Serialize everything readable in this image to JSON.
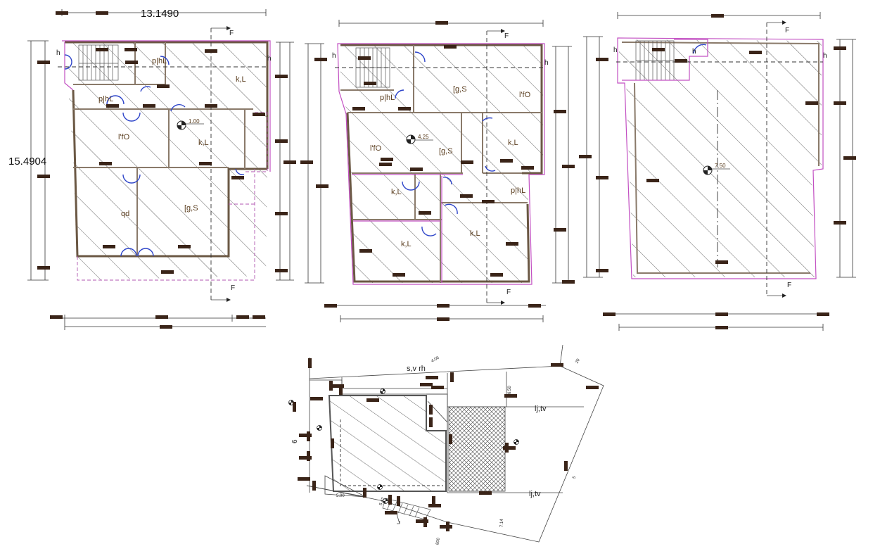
{
  "plans": {
    "ground": {
      "width_dim": "13.1490",
      "height_dim": "15.4904",
      "rooms": [
        "p|hL",
        "p|hL",
        "k,L",
        "l'fO",
        "k,L",
        "qd",
        "[g,S"
      ],
      "level": "1.00",
      "section_mark": "F",
      "stair_mark": "h"
    },
    "first": {
      "rooms": [
        "p|hL",
        "[g,S",
        "l'fO",
        "l'fO",
        "[g,S",
        "k,L",
        "k,L",
        "p|hL",
        "k,L",
        "k,L"
      ],
      "level": "4.25",
      "section_mark": "F",
      "stair_mark": "h"
    },
    "roof": {
      "level": "7.50",
      "section_mark": "F",
      "stair_mark": "h"
    }
  },
  "site": {
    "road_label": "s,v  rh",
    "road_small": "4.06",
    "plot_labels": [
      "lj,tv",
      "lj,tv"
    ],
    "side_dim_left": "6",
    "side_dim_right": "5",
    "small_dims": [
      "6.50",
      "20",
      "5.00",
      "7.14",
      "5.42",
      "800"
    ]
  },
  "colors": {
    "wall": "#6b5844",
    "outline": "#c24fc2",
    "door": "#2d44c9",
    "tag": "#3a2418"
  }
}
